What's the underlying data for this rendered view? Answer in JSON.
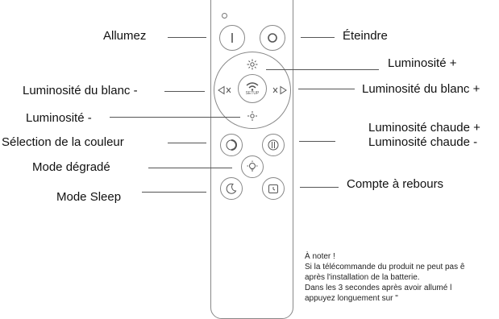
{
  "labels": {
    "allumez": "Allumez",
    "eteindre": "Éteindre",
    "luminosite_plus": "Luminosité +",
    "luminosite_blanc_moins": "Luminosité du blanc -",
    "luminosite_blanc_plus": "Luminosité du blanc +",
    "luminosite_moins": "Luminosité -",
    "luminosite_chaude_plus": "Luminosité chaude +",
    "luminosite_chaude_moins": "Luminosité chaude -",
    "selection_couleur": "Sélection de la couleur",
    "mode_degrade": "Mode dégradé",
    "compte_a_rebours": "Compte à rebours",
    "mode_sleep": "Mode Sleep"
  },
  "remote": {
    "setup_label": "SETUP"
  },
  "note": {
    "lines": [
      "À noter !",
      "Si la télécommande du produit ne peut pas ê",
      "après l'installation de la batterie.",
      "Dans les 3 secondes après avoir allumé l",
      "appuyez longuement sur \""
    ]
  },
  "colors": {
    "text": "#111111",
    "outline": "#888888",
    "leader_line": "#555555"
  }
}
